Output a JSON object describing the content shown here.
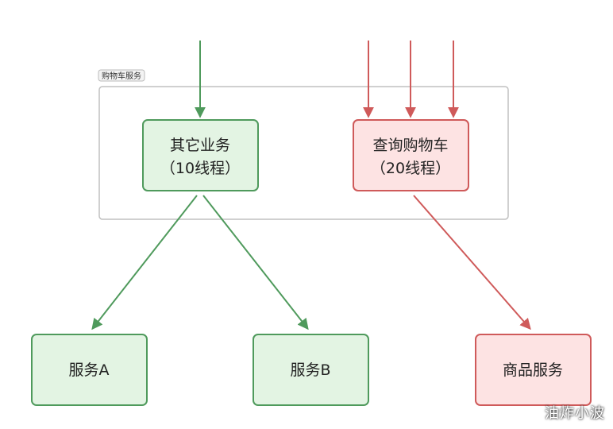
{
  "group": {
    "label": "购物车服务"
  },
  "nodes": {
    "other_business": {
      "line1": "其它业务",
      "line2": "（10线程）"
    },
    "query_cart": {
      "line1": "查询购物车",
      "line2": "（20线程）"
    },
    "service_a": {
      "label": "服务A"
    },
    "service_b": {
      "label": "服务B"
    },
    "product_service": {
      "label": "商品服务"
    }
  },
  "colors": {
    "green_fill": "#e3f4e3",
    "green_stroke": "#4f9a5c",
    "red_fill": "#fde3e3",
    "red_stroke": "#cf5a5a",
    "group_stroke": "#c0c0c0"
  },
  "watermark": "油炸小波"
}
